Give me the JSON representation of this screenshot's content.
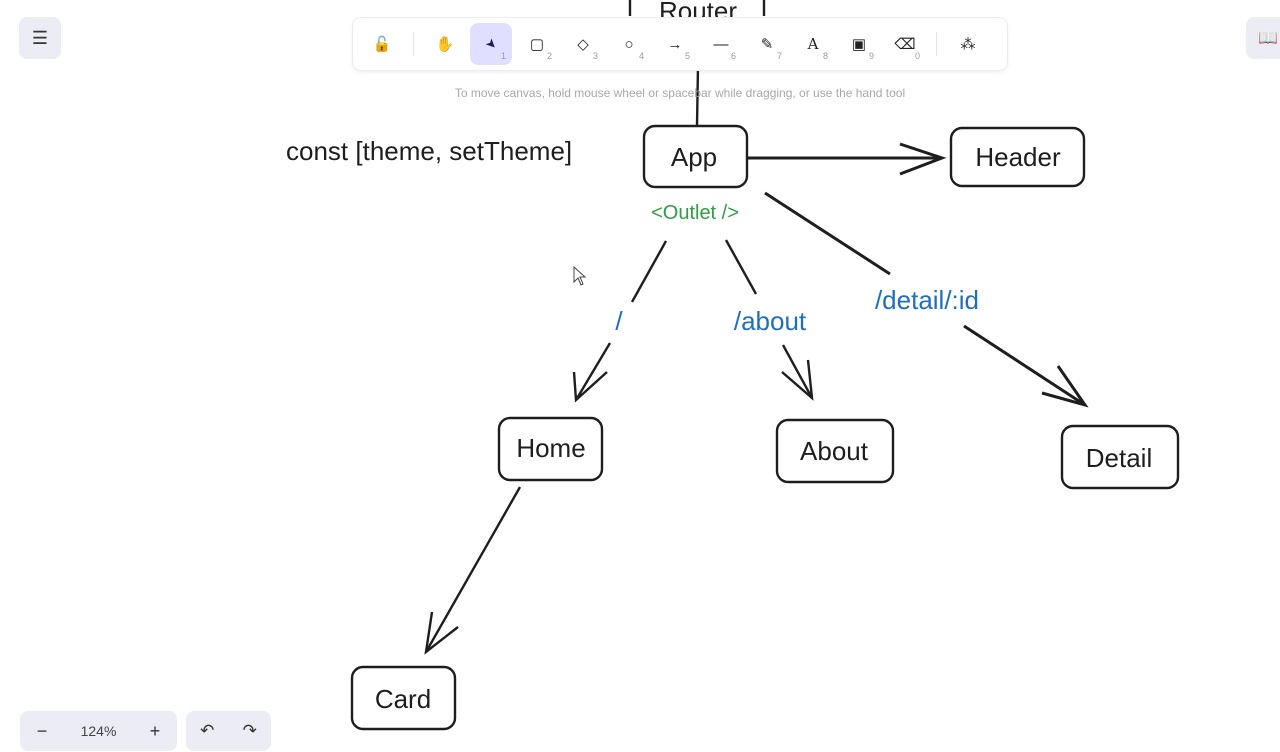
{
  "menu": {
    "icon": "hamburger-menu-icon"
  },
  "library": {
    "icon": "book-open-icon"
  },
  "toolbar": {
    "tools": [
      {
        "name": "lock",
        "icon": "lock-open-icon",
        "glyph": "🔓",
        "key": ""
      },
      {
        "name": "hand",
        "icon": "hand-icon",
        "glyph": "✋",
        "key": ""
      },
      {
        "name": "selection",
        "icon": "pointer-icon",
        "glyph": "➤",
        "key": "1",
        "active": true
      },
      {
        "name": "rectangle",
        "icon": "rectangle-icon",
        "glyph": "▢",
        "key": "2"
      },
      {
        "name": "diamond",
        "icon": "diamond-icon",
        "glyph": "◇",
        "key": "3"
      },
      {
        "name": "ellipse",
        "icon": "circle-icon",
        "glyph": "○",
        "key": "4"
      },
      {
        "name": "arrow",
        "icon": "arrow-icon",
        "glyph": "→",
        "key": "5"
      },
      {
        "name": "line",
        "icon": "line-icon",
        "glyph": "—",
        "key": "6"
      },
      {
        "name": "draw",
        "icon": "pencil-icon",
        "glyph": "✎",
        "key": "7"
      },
      {
        "name": "text",
        "icon": "text-icon",
        "glyph": "A",
        "key": "8"
      },
      {
        "name": "image",
        "icon": "image-icon",
        "glyph": "▣",
        "key": "9"
      },
      {
        "name": "eraser",
        "icon": "eraser-icon",
        "glyph": "⌫",
        "key": "0"
      },
      {
        "name": "more-tools",
        "icon": "shapes-icon",
        "glyph": "⁂",
        "key": ""
      }
    ]
  },
  "hint": "To move canvas, hold mouse wheel or spacebar while dragging, or use the hand tool",
  "zoom": {
    "minus": "−",
    "value": "124%",
    "plus": "+"
  },
  "history": {
    "undo": "↶",
    "redo": "↷"
  },
  "canvas": {
    "nodes": {
      "router": "Router",
      "app": "App",
      "header": "Header",
      "home": "Home",
      "about": "About",
      "detail": "Detail",
      "card": "Card"
    },
    "texts": {
      "const": "const [theme, setTheme]",
      "outlet": "<Outlet />",
      "route_root": "/",
      "route_about": "/about",
      "route_detail": "/detail/:id"
    },
    "colors": {
      "outlet": "#2f9e44",
      "route": "#1f6fc0",
      "stroke": "#1e1e1e"
    }
  }
}
